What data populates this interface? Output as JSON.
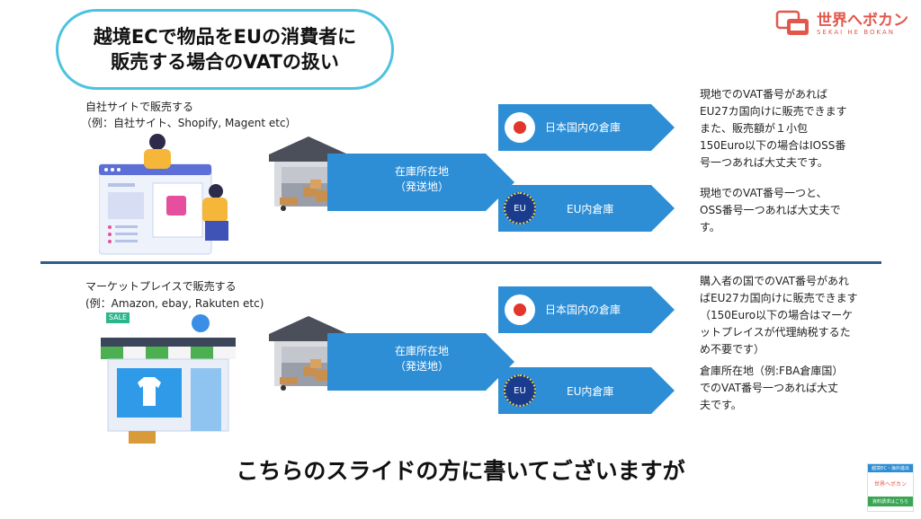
{
  "title": {
    "line1": "越境ECで物品をEUの消費者に",
    "line2": "販売する場合のVATの扱い"
  },
  "brand": {
    "name": "世界へボカン",
    "sub": "SEKAI HE BOKAN"
  },
  "sections": [
    {
      "heading": "自社サイトで販売する",
      "example": "（例：自社サイト、Shopify, Magent etc）",
      "origin_label_1": "在庫所在地",
      "origin_label_2": "（発送地）",
      "warehouses": [
        {
          "label": "日本国内の倉庫",
          "badge": ""
        },
        {
          "label": "EU内倉庫",
          "badge": "EU"
        }
      ],
      "notes": [
        [
          "現地でのVAT番号があれば",
          "EU27カ国向けに販売できます",
          "また、販売額が１小包",
          "150Euro以下の場合はIOSS番",
          "号一つあれば大丈夫です。"
        ],
        [
          "現地でのVAT番号一つと、",
          "OSS番号一つあれば大丈夫で",
          "す。"
        ]
      ]
    },
    {
      "heading": "マーケットプレイスで販売する",
      "example": "(例：Amazon, ebay, Rakuten etc)",
      "origin_label_1": "在庫所在地",
      "origin_label_2": "（発送地）",
      "sale_tag": "SALE",
      "warehouses": [
        {
          "label": "日本国内の倉庫",
          "badge": ""
        },
        {
          "label": "EU内倉庫",
          "badge": "EU"
        }
      ],
      "notes": [
        [
          "購入者の国でのVAT番号があれ",
          "ばEU27カ国向けに販売できます",
          "（150Euro以下の場合はマーケ",
          "ットプレイスが代理納税するた",
          "め不要です）"
        ],
        [
          "倉庫所在地（例:FBA倉庫国）",
          "でのVAT番号一つあれば大丈",
          "夫です。"
        ]
      ]
    }
  ],
  "caption": "こちらのスライドの方に書いてございますが",
  "thumbnail": {
    "top": "越境EC・海外進出",
    "mid": "世界へボカン",
    "bottom": "資料請求はこちら"
  },
  "colors": {
    "accent_blue": "#2d8ed6",
    "pill_border": "#4cc3de",
    "divider": "#2f5a8c",
    "japan_red": "#e0362c",
    "eu_navy": "#1a3c8f",
    "brand": "#e2574c"
  }
}
